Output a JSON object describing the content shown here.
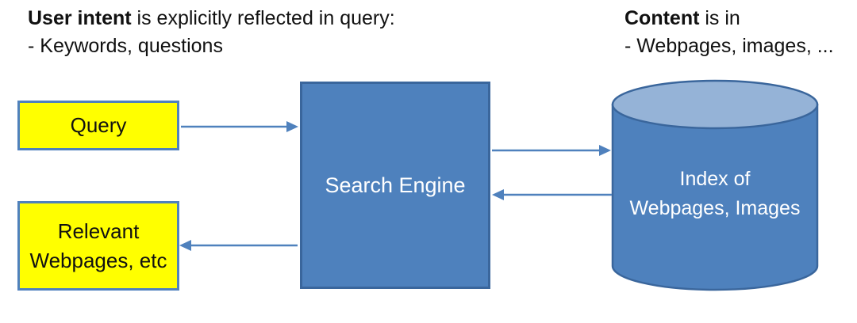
{
  "annotations": {
    "left": {
      "bold": "User intent",
      "rest": " is explicitly reflected in query:",
      "line2": "- Keywords, questions"
    },
    "right": {
      "bold": "Content",
      "rest": " is in",
      "line2": "- Webpages, images, ..."
    }
  },
  "nodes": {
    "query": {
      "label": "Query"
    },
    "relevant": {
      "line1": "Relevant",
      "line2": "Webpages, etc"
    },
    "search_engine": {
      "label": "Search Engine"
    },
    "index": {
      "line1": "Index of",
      "line2": "Webpages, Images"
    }
  },
  "edges": [
    {
      "from": "query",
      "to": "search_engine",
      "direction": "right"
    },
    {
      "from": "search_engine",
      "to": "index",
      "direction": "right"
    },
    {
      "from": "index",
      "to": "search_engine",
      "direction": "left"
    },
    {
      "from": "search_engine",
      "to": "relevant",
      "direction": "left"
    }
  ],
  "colors": {
    "process_fill": "#4e81bd",
    "process_border": "#3a669c",
    "cylinder_top_fill": "#95b3d7",
    "io_fill": "#ffff00",
    "io_border": "#4f81bd",
    "arrow": "#4f81bd",
    "text_dark": "#111111",
    "text_light": "#ffffff"
  }
}
